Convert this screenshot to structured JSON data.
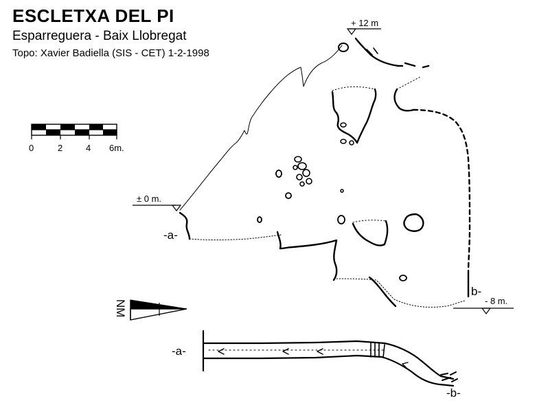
{
  "header": {
    "title": "ESCLETXA DEL PI",
    "subtitle": "Esparreguera - Baix Llobregat",
    "credit": "Topo: Xavier Badiella (SIS - CET) 1-2-1998"
  },
  "scale_bar": {
    "ticks": [
      "0",
      "2",
      "4",
      "6m."
    ]
  },
  "depth_labels": {
    "top": "+ 12 m",
    "entrance": "± 0 m.",
    "bottom": "- 8 m."
  },
  "section_markers": {
    "a_plan": "-a-",
    "b_plan": "b-",
    "a_profile": "-a-",
    "b_profile": "-b-"
  },
  "north_arrow": {
    "label": "NM"
  },
  "colors": {
    "ink": "#000000",
    "paper": "#ffffff"
  }
}
